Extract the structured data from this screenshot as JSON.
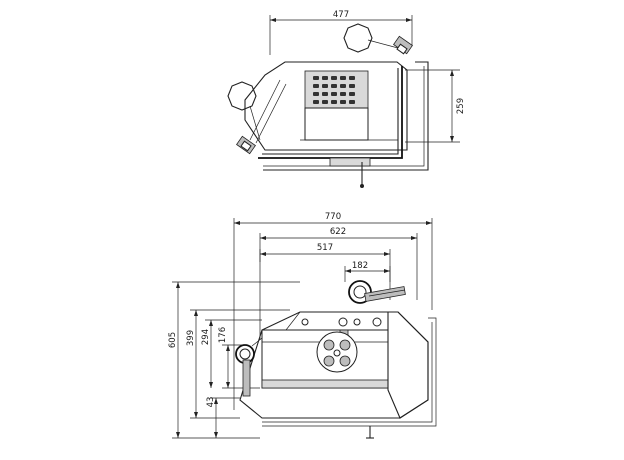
{
  "top_view": {
    "width_label": "477",
    "height_label": "259"
  },
  "front_view": {
    "widths": [
      "770",
      "622",
      "517",
      "182"
    ],
    "heights": [
      "605",
      "399",
      "294",
      "176",
      "43"
    ]
  }
}
